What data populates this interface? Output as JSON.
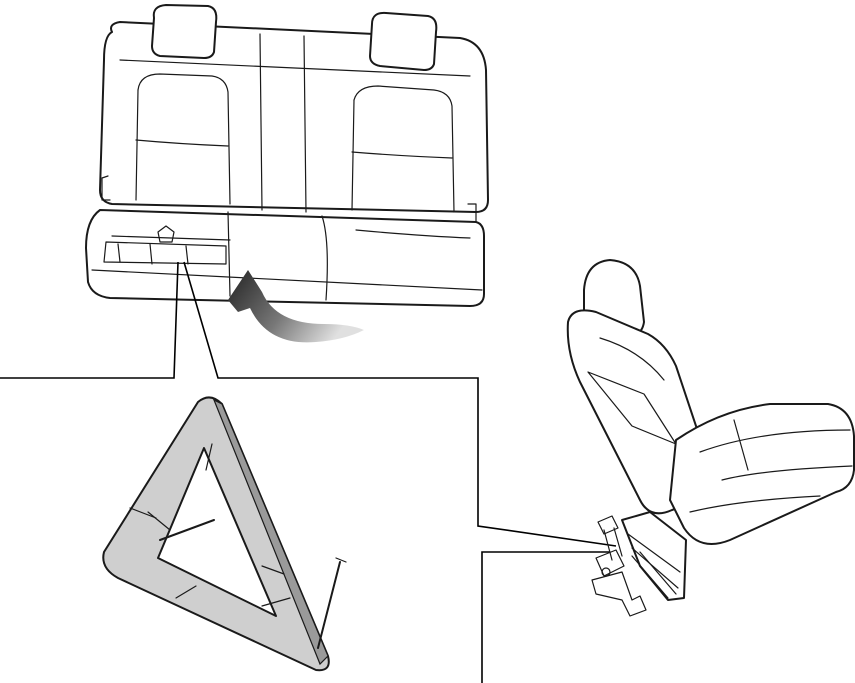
{
  "diagram": {
    "type": "technical-illustration",
    "subjects": [
      "rear-bench-seat",
      "front-seat",
      "warning-triangle"
    ],
    "colors": {
      "line": "#1a1a1a",
      "triangle_fill": "#cfcfcf",
      "triangle_shade": "#9a9a9a",
      "arrow_dark": "#222222",
      "arrow_light": "#d0d0d0"
    }
  }
}
